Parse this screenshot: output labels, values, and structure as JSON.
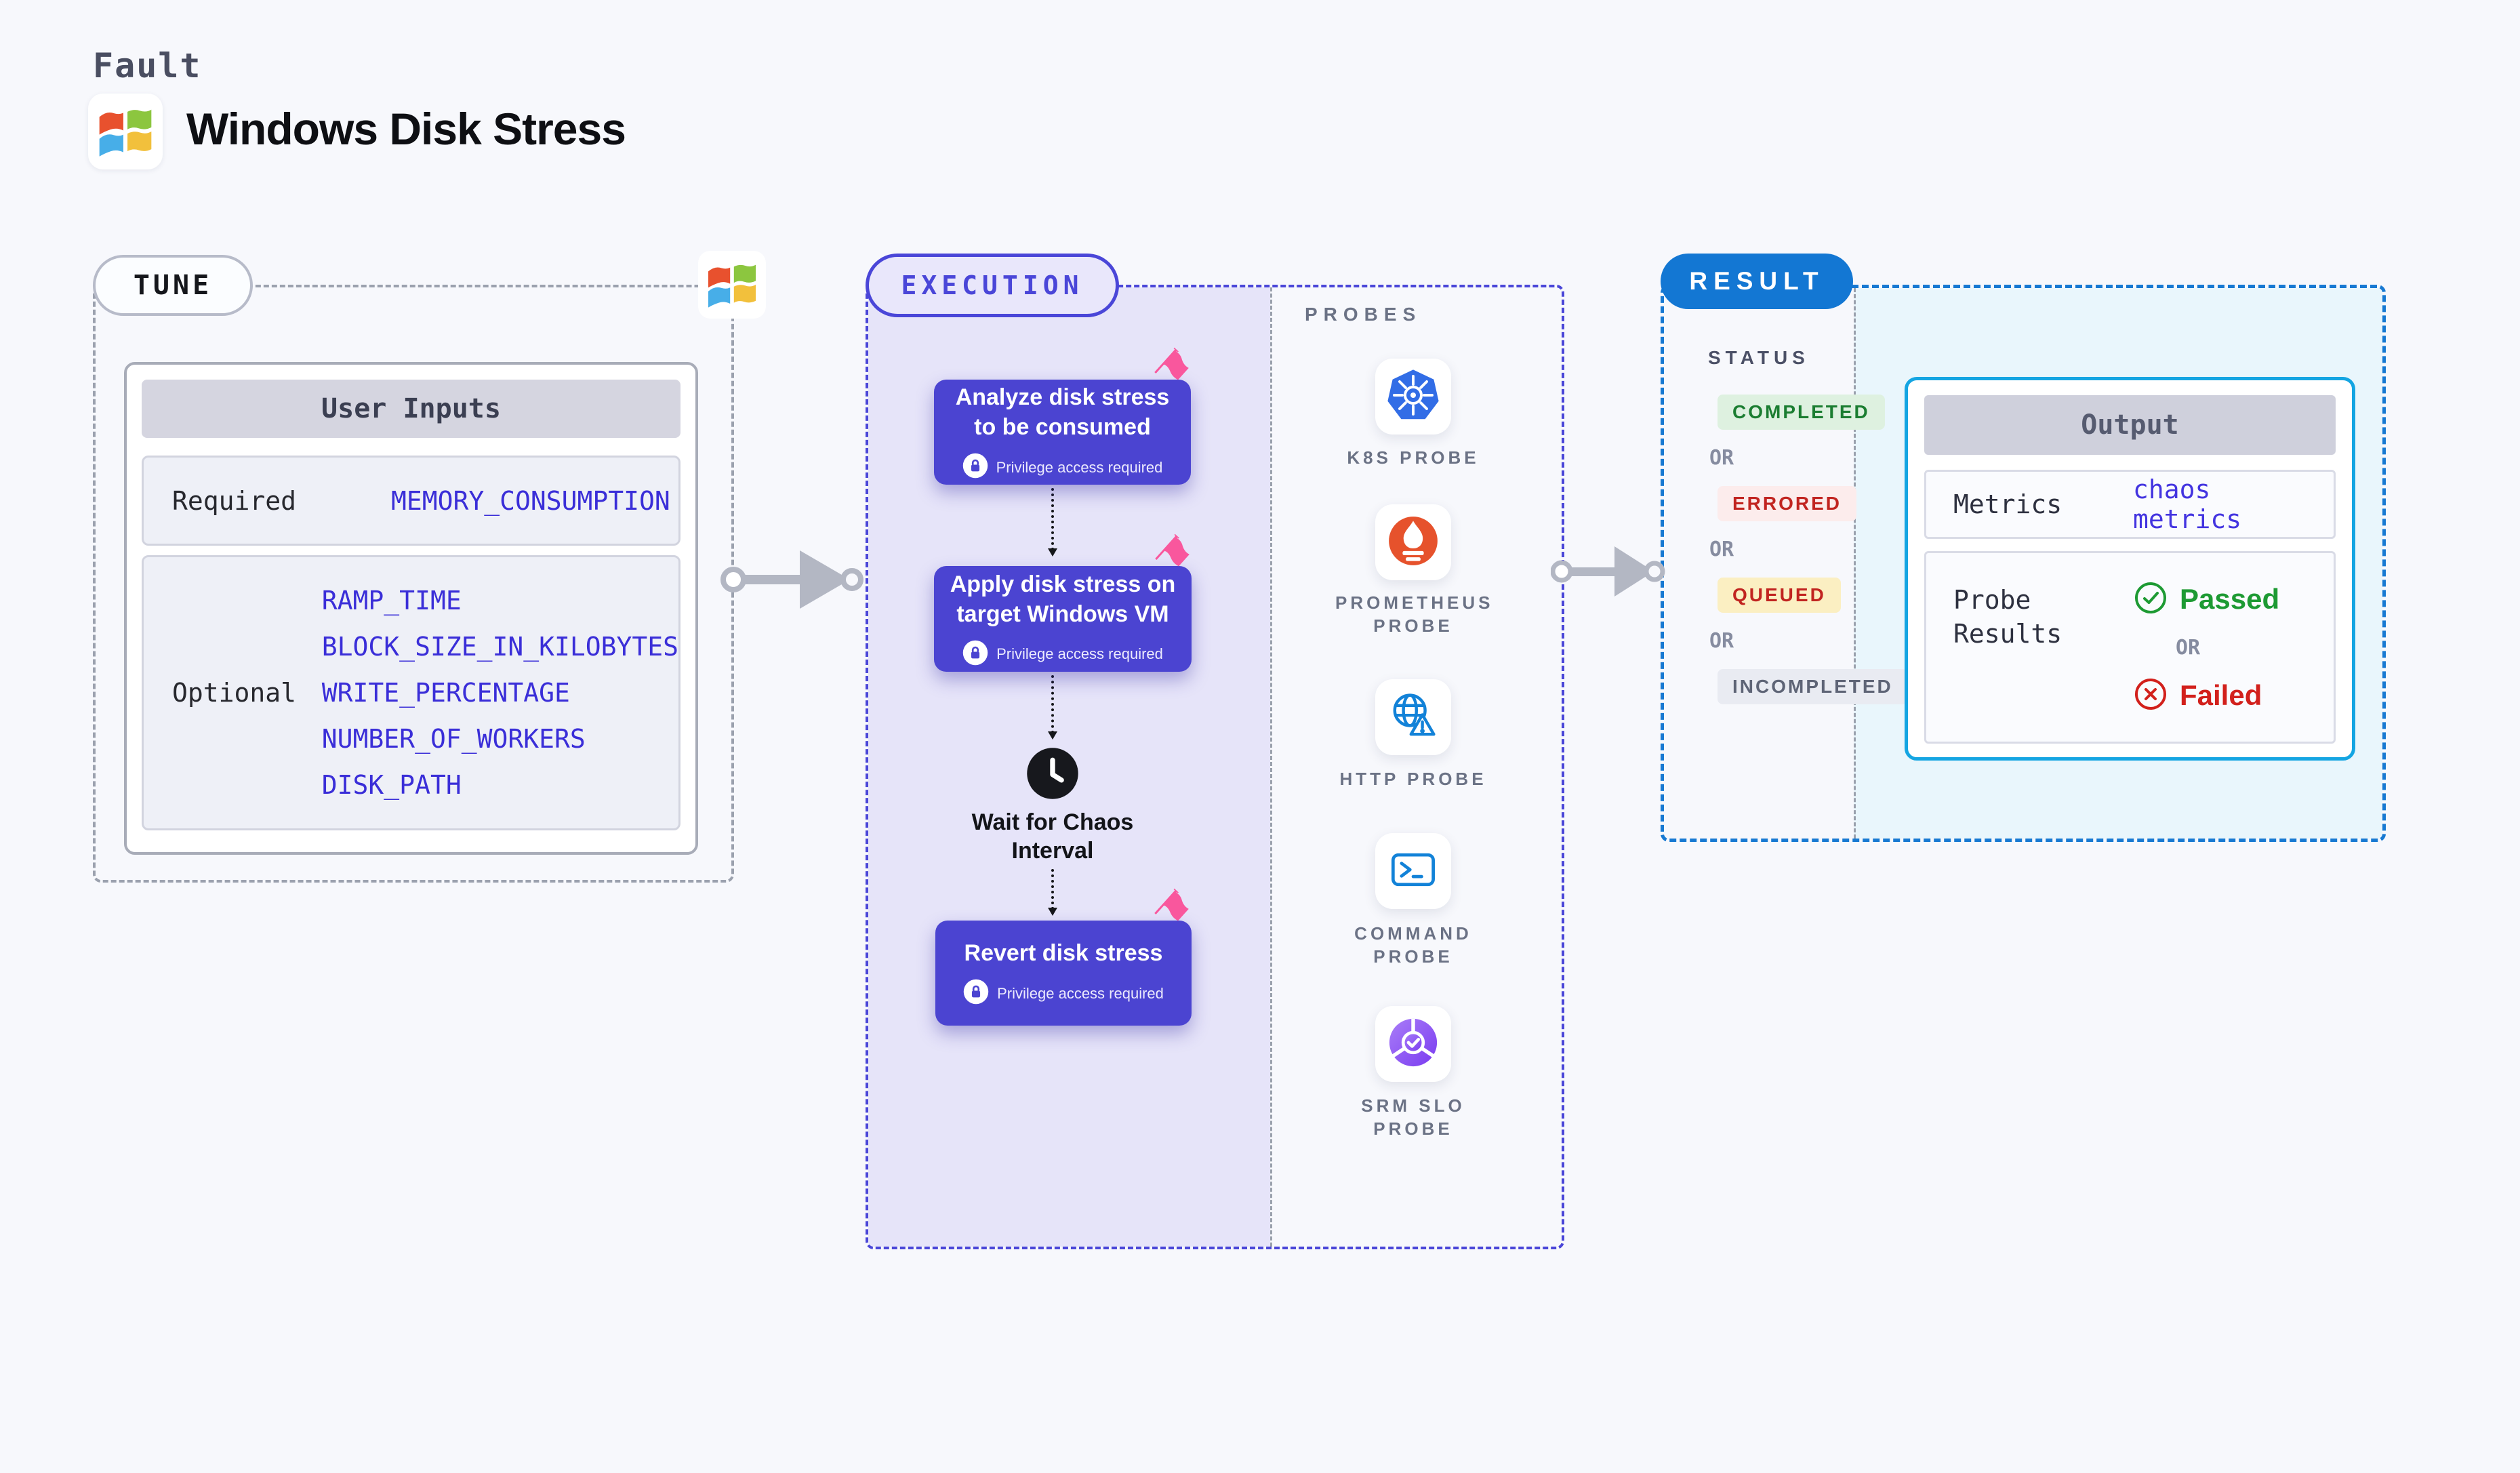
{
  "header": {
    "kicker": "Fault",
    "title": "Windows Disk Stress"
  },
  "tune": {
    "badge": "TUNE",
    "table_title": "User Inputs",
    "required_label": "Required",
    "required_inputs": [
      "MEMORY_CONSUMPTION"
    ],
    "optional_label": "Optional",
    "optional_inputs": [
      "RAMP_TIME",
      "BLOCK_SIZE_IN_KILOBYTES",
      "WRITE_PERCENTAGE",
      "NUMBER_OF_WORKERS",
      "DISK_PATH"
    ]
  },
  "execution": {
    "badge": "EXECUTION",
    "steps": [
      {
        "title": "Analyze disk stress to be consumed",
        "note": "Privilege access required"
      },
      {
        "title": "Apply disk stress on target Windows VM",
        "note": "Privilege access required"
      },
      {
        "title": "Wait for Chaos Interval"
      },
      {
        "title": "Revert disk stress",
        "note": "Privilege access required"
      }
    ]
  },
  "probes": {
    "title": "PROBES",
    "items": [
      {
        "label": "K8S PROBE",
        "icon": "kubernetes"
      },
      {
        "label": "PROMETHEUS PROBE",
        "icon": "prometheus"
      },
      {
        "label": "HTTP PROBE",
        "icon": "http-globe-warning"
      },
      {
        "label": "COMMAND PROBE",
        "icon": "terminal"
      },
      {
        "label": "SRM SLO PROBE",
        "icon": "srm-slo-check"
      }
    ]
  },
  "result": {
    "badge": "RESULT",
    "status_label": "STATUS",
    "or_label": "OR",
    "statuses": [
      {
        "label": "COMPLETED",
        "style": "background:#def1e0;color:#1b7d31"
      },
      {
        "label": "ERRORED",
        "style": "background:#fcecec;color:#c12420"
      },
      {
        "label": "QUEUED",
        "style": "background:#fbefc2;color:#c12420"
      },
      {
        "label": "INCOMPLETED",
        "style": "background:#e9ebf2;color:#5e6476"
      }
    ],
    "output": {
      "title": "Output",
      "metrics_label": "Metrics",
      "metrics_value": "chaos metrics",
      "probe_results_label": "Probe Results",
      "passed": "Passed",
      "failed": "Failed"
    }
  },
  "colors": {
    "accent_indigo": "#4b44d1",
    "accent_pink": "#f9579d",
    "result_blue": "#1377d3",
    "output_cyan": "#14a5e2",
    "passed_green": "#1d9a33",
    "failed_red": "#d2201c"
  }
}
